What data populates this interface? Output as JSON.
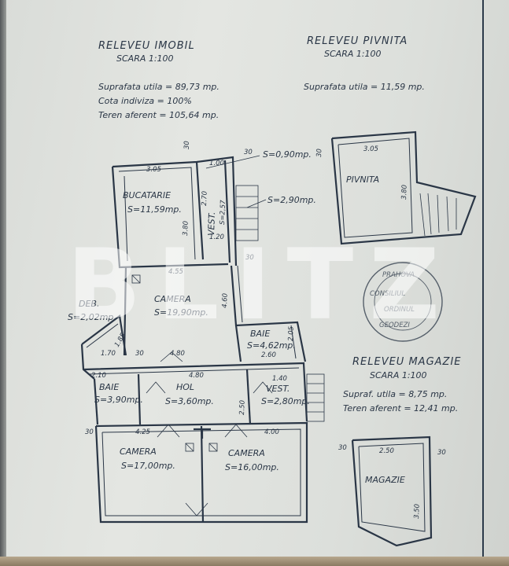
{
  "plan_main": {
    "title": "RELEVEU IMOBIL",
    "scale": "SCARA 1:100",
    "notes": [
      "Suprafata utila = 89,73 mp.",
      "Cota indiviza = 100%",
      "Teren aferent = 105,64 mp."
    ]
  },
  "plan_cellar": {
    "title": "RELEVEU PIVNITA",
    "scale": "SCARA 1:100",
    "notes": [
      "Suprafata utila = 11,59 mp."
    ]
  },
  "plan_storage": {
    "title": "RELEVEU MAGAZIE",
    "scale": "SCARA 1:100",
    "notes": [
      "Supraf. utila = 8,75 mp.",
      "Teren aferent = 12,41 mp."
    ]
  },
  "rooms": [
    {
      "name": "BUCATARIE",
      "area": "S=11,59mp."
    },
    {
      "name": "VEST.",
      "area": "S=2,57"
    },
    {
      "name": "CAMERA",
      "area": "S=19,90mp."
    },
    {
      "name": "DEB.",
      "area": "S=2,02mp."
    },
    {
      "name": "BAIE",
      "area": "S=4,62mp."
    },
    {
      "name": "BAIE",
      "area": "S=3,90mp."
    },
    {
      "name": "HOL",
      "area": "S=3,60mp."
    },
    {
      "name": "VEST.",
      "area": "S=2,80mp."
    },
    {
      "name": "CAMERA",
      "area": "S=17,00mp."
    },
    {
      "name": "CAMERA",
      "area": "S=16,00mp."
    },
    {
      "name": "PIVNITA",
      "area": ""
    },
    {
      "name": "MAGAZIE",
      "area": ""
    }
  ],
  "callouts": [
    "S=0,90mp.",
    "S=2,90mp."
  ],
  "dimensions": [
    "30",
    "3.05",
    "30",
    "1.00",
    "2.70",
    "3.80",
    "1.20",
    "4.55",
    "30",
    "4.60",
    "2.05",
    "2.60",
    "1.85",
    "1.70",
    "30",
    "4.80",
    "2.10",
    "4.80",
    "1.40",
    "2.50",
    "30",
    "4.25",
    "4.00",
    "3.05",
    "3.80",
    "30",
    "2.50",
    "3.50",
    "30",
    "30"
  ],
  "stamp": {
    "text": [
      "PRAHOVA",
      "CONSILIUL",
      "ORDINUL",
      "GEODEZI"
    ]
  },
  "watermark": "BLITZ",
  "colors": {
    "ink": "#2a3646",
    "paper": "#dfe1dd",
    "watermark": "#ffffff"
  }
}
